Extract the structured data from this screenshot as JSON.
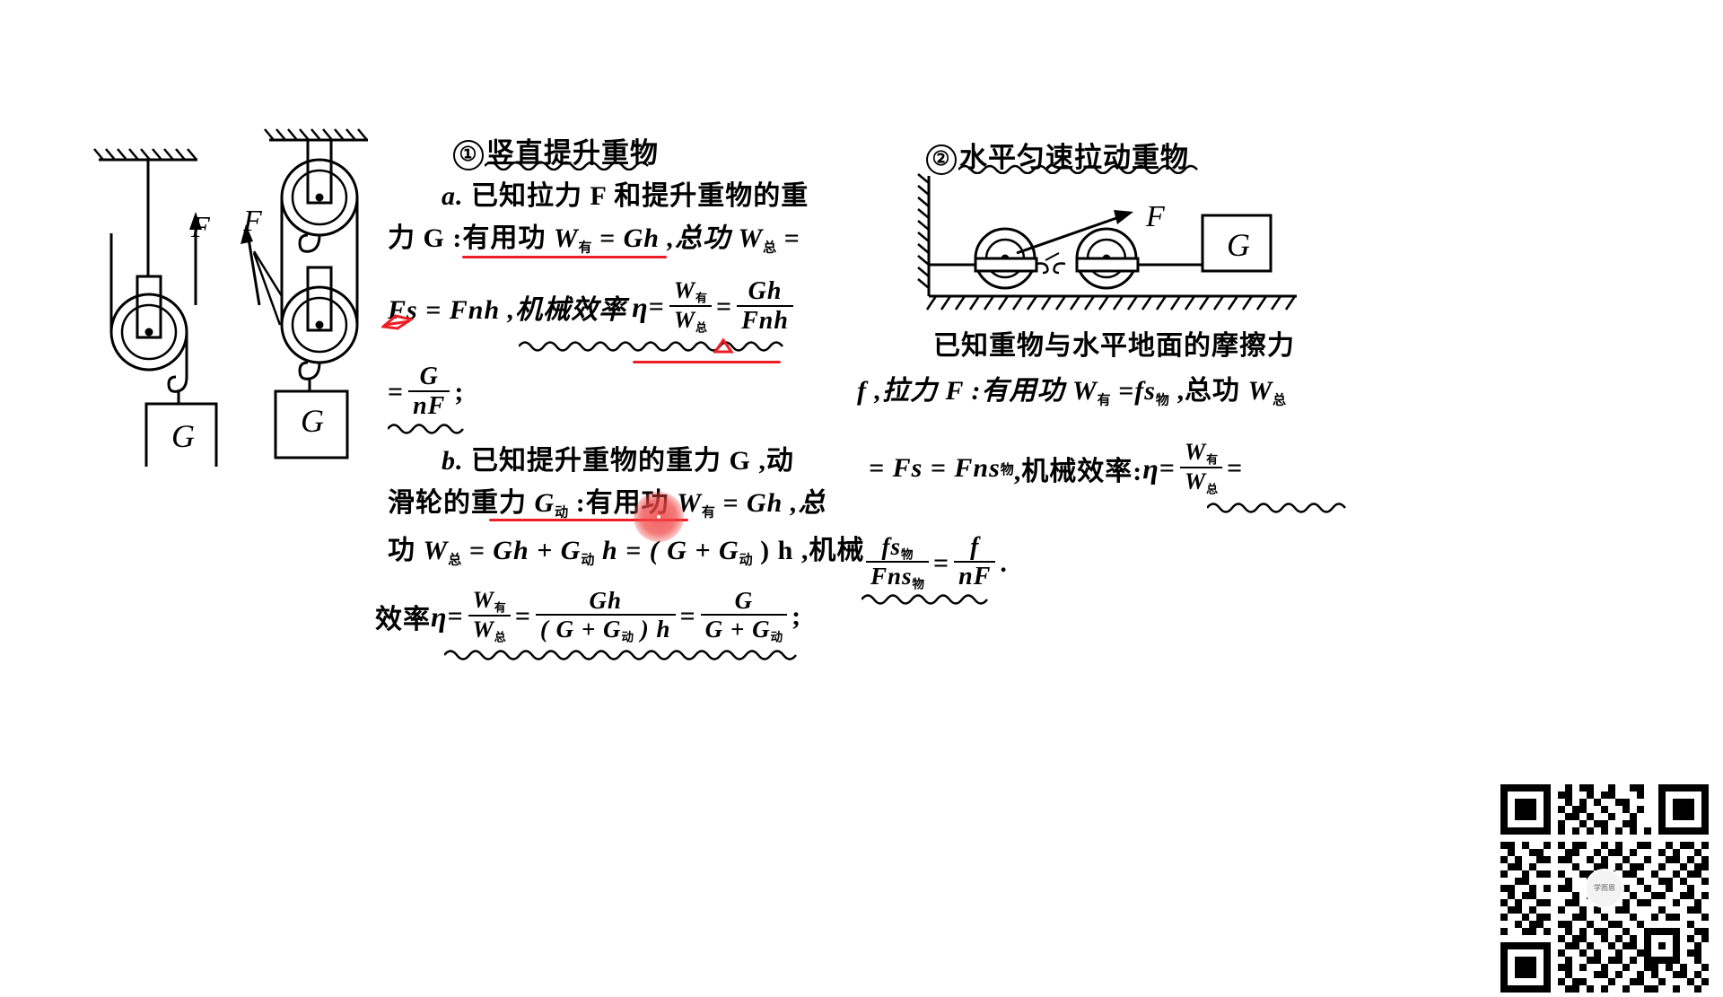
{
  "document": {
    "type": "physics-lesson-slide",
    "subject": "滑轮组机械效率",
    "background_color": "#ffffff"
  },
  "left_diagrams": {
    "fixed_pulley": {
      "force_label": "F",
      "weight_label": "G",
      "description": "定滑轮提升重物"
    },
    "pulley_system": {
      "force_label": "F",
      "weight_label": "G",
      "description": "滑轮组提升重物"
    }
  },
  "section1": {
    "number": "①",
    "title": "竖直提升重物",
    "case_a": {
      "label": "a.",
      "line1": "已知拉力 F 和提升重物的重",
      "line2_prefix": "力 G :有用功 ",
      "line2_w": "W",
      "line2_w_sub": "有",
      "line2_eq": " = Gh ,总功 ",
      "line2_w2": "W",
      "line2_w2_sub": "总",
      "line2_end": " =",
      "line3_a": "Fs = Fnh ,机械效率 ",
      "line3_eta": "η",
      "line3_eq": " = ",
      "frac1_num_w": "W",
      "frac1_num_sub": "有",
      "frac1_den_w": "W",
      "frac1_den_sub": "总",
      "frac2_num": "Gh",
      "frac2_den": "Fnh",
      "line4_eq": "=",
      "frac3_num": "G",
      "frac3_den": "nF",
      "line4_end": ";"
    },
    "case_b": {
      "label": "b.",
      "line1": "已知提升重物的重力 G ,动",
      "line2_prefix": "滑轮的重力 ",
      "line2_g": "G",
      "line2_g_sub": "动",
      "line2_mid": " :有用功 ",
      "line2_w": "W",
      "line2_w_sub": "有",
      "line2_end": " = Gh ,总",
      "line3_prefix": "功 ",
      "line3_w": "W",
      "line3_w_sub": "总",
      "line3_eq": " = Gh + ",
      "line3_g": "G",
      "line3_g_sub": "动",
      "line3_mid": " h = ( G + ",
      "line3_g2": "G",
      "line3_g2_sub": "动",
      "line3_end": " ) h ,机械",
      "line4_prefix": "效率",
      "line4_eta": "η",
      "line4_eq": " = ",
      "frac1_num_w": "W",
      "frac1_num_sub": "有",
      "frac1_den_w": "W",
      "frac1_den_sub": "总",
      "frac2_num": "Gh",
      "frac2_den_open": "( G + ",
      "frac2_den_g": "G",
      "frac2_den_g_sub": "动",
      "frac2_den_close": " ) h",
      "frac3_num": "G",
      "frac3_den_prefix": "G + ",
      "frac3_den_g": "G",
      "frac3_den_g_sub": "动",
      "line4_end": ";"
    }
  },
  "section2": {
    "number": "②",
    "title": "水平匀速拉动重物",
    "diagram": {
      "force_label": "F",
      "weight_label": "G",
      "description": "水平滑轮组拉动重物,地面有摩擦"
    },
    "line1": "已知重物与水平地面的摩擦力",
    "line2_prefix": "f ,拉力 F :有用功 ",
    "line2_w": "W",
    "line2_w_sub": "有",
    "line2_eq": " =fs",
    "line2_s_sub": "物",
    "line2_mid": " ,总功 ",
    "line2_w2": "W",
    "line2_w2_sub": "总",
    "line3_prefix": "= Fs = Fns",
    "line3_s_sub": "物",
    "line3_mid": " ,机械效率:",
    "line3_eta": "η",
    "line3_eq": " = ",
    "frac1_num_w": "W",
    "frac1_num_sub": "有",
    "frac1_den_w": "W",
    "frac1_den_sub": "总",
    "line3_end": " =",
    "frac2_num": "fs",
    "frac2_num_sub": "物",
    "frac2_den": "Fns",
    "frac2_den_sub": "物",
    "line4_eq": "=",
    "frac3_num": "f",
    "frac3_den": "nF",
    "line4_end": "."
  },
  "annotations": {
    "red_underlines_count": 4,
    "red_marks": [
      "red-scribble-under-Fs",
      "red-caret-under-wave"
    ],
    "wavy_underlines_count": 6,
    "accent_red": "#ee1c25",
    "cursor_highlight_color": "#f04646"
  },
  "qr_code": {
    "present": true,
    "position": "bottom-right",
    "center_badge_text": "学而思"
  }
}
